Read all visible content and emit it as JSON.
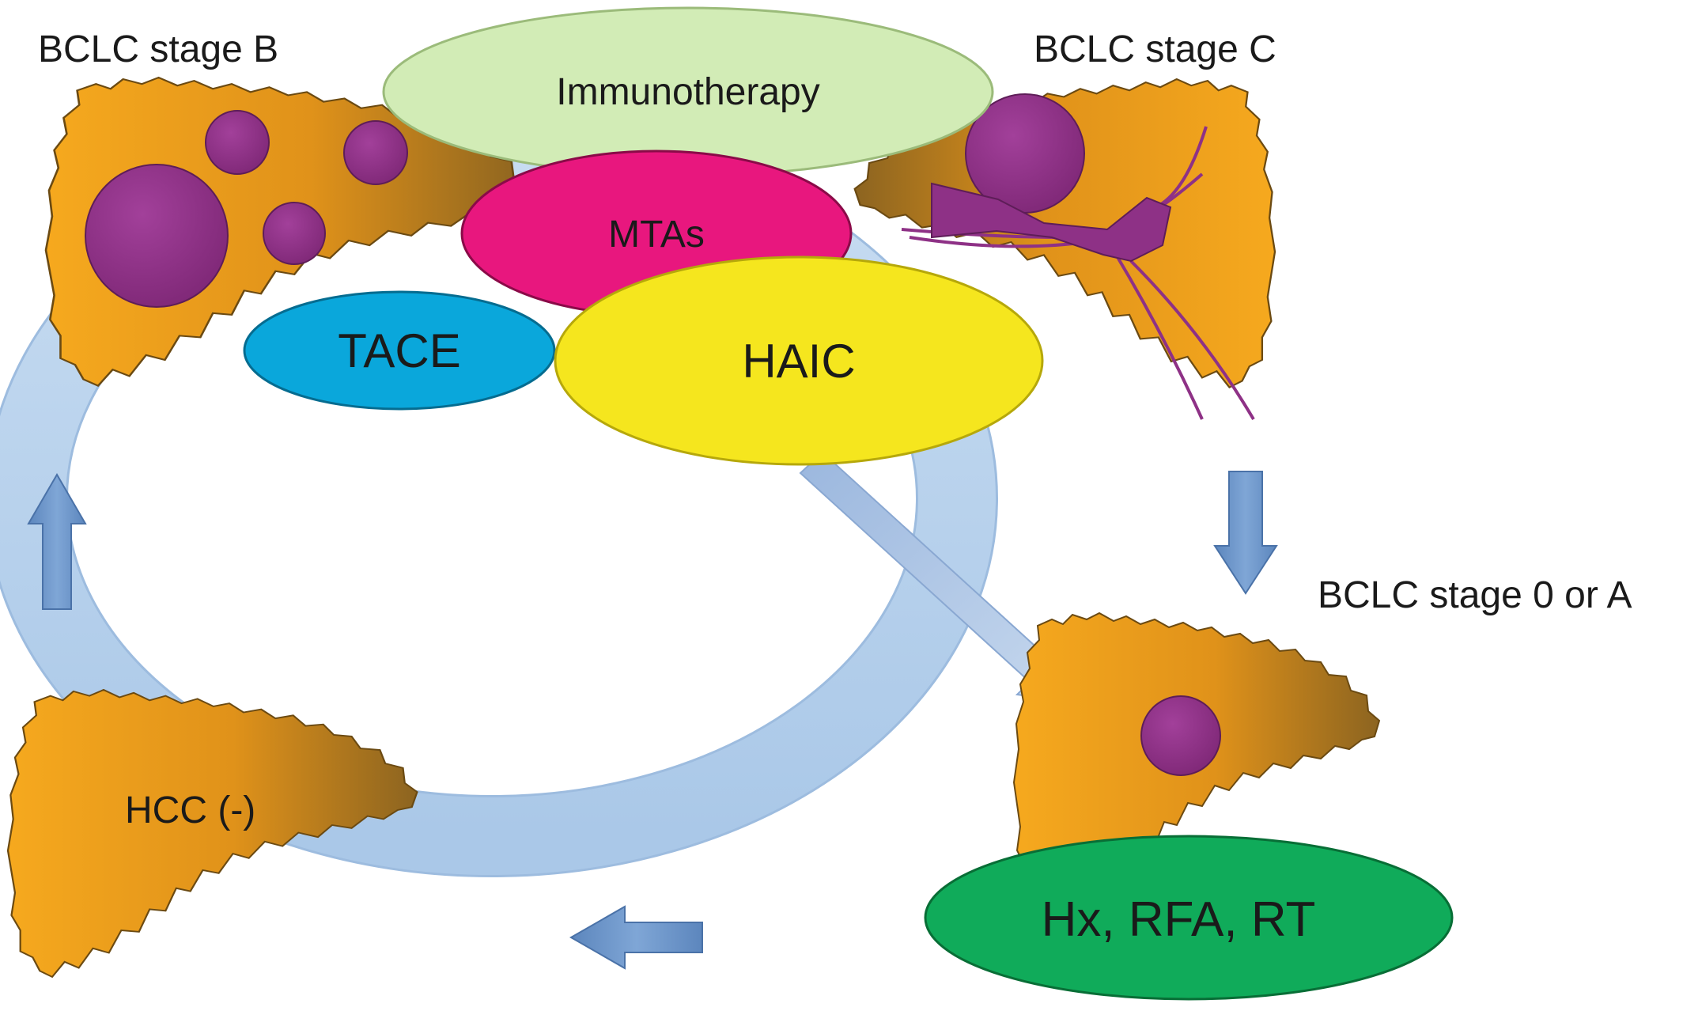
{
  "labels": {
    "stage_b": "BCLC stage B",
    "stage_c": "BCLC stage C",
    "stage_0a": "BCLC stage 0 or A",
    "hcc_negative": "HCC (-)"
  },
  "treatments": {
    "immunotherapy": "Immunotherapy",
    "mtas": "MTAs",
    "tace": "TACE",
    "haic": "HAIC",
    "local": "Hx, RFA, RT"
  },
  "colors": {
    "ring": "#b9d3ec",
    "ring_edge": "#9dbcdf",
    "arrow": "#6d95c6",
    "arrow_edge": "#4a72a8",
    "liver_light": "#f6a91e",
    "liver_dark": "#8c6420",
    "liver_edge": "#6b4a12",
    "tumor": "#8e3186",
    "immunotherapy": "#d2ecb6",
    "mtas": "#e8177e",
    "tace": "#0aa7db",
    "haic": "#f5e61e",
    "local": "#10ab5a"
  },
  "icons": {
    "liver": "liver-icon",
    "tumor": "tumor-icon",
    "arrow": "arrow-icon",
    "vessel": "vessel-icon"
  }
}
